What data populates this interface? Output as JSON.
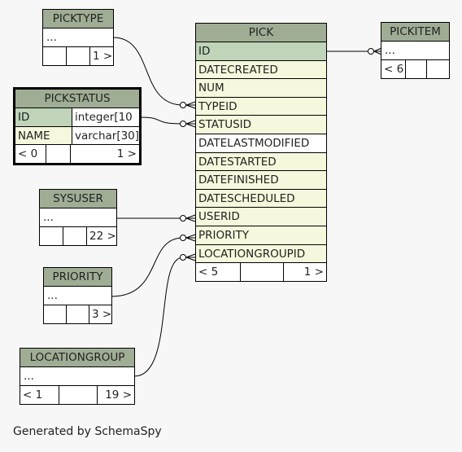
{
  "caption": "Generated by SchemaSpy",
  "tables": {
    "picktype": {
      "name": "PICKTYPE",
      "dots": "...",
      "footer": [
        "",
        "",
        "1 >"
      ]
    },
    "pickstatus": {
      "name": "PICKSTATUS",
      "columns": [
        {
          "name": "ID",
          "type": "integer[10"
        },
        {
          "name": "NAME",
          "type": "varchar[30]"
        }
      ],
      "footer": [
        "< 0",
        "",
        "1 >"
      ]
    },
    "sysuser": {
      "name": "SYSUSER",
      "dots": "...",
      "footer": [
        "",
        "",
        "22 >"
      ]
    },
    "priority": {
      "name": "PRIORITY",
      "dots": "...",
      "footer": [
        "",
        "",
        "3 >"
      ]
    },
    "locationgroup": {
      "name": "LOCATIONGROUP",
      "dots": "...",
      "footer": [
        "< 1",
        "",
        "19 >"
      ]
    },
    "pick": {
      "name": "PICK",
      "columns": [
        "ID",
        "DATECREATED",
        "NUM",
        "TYPEID",
        "STATUSID",
        "DATELASTMODIFIED",
        "DATESTARTED",
        "DATEFINISHED",
        "DATESCHEDULED",
        "USERID",
        "PRIORITY",
        "LOCATIONGROUPID"
      ],
      "footer": [
        "< 5",
        "",
        "1 >"
      ]
    },
    "pickitem": {
      "name": "PICKITEM",
      "dots": "...",
      "footer": [
        "< 6",
        "",
        ""
      ]
    }
  }
}
